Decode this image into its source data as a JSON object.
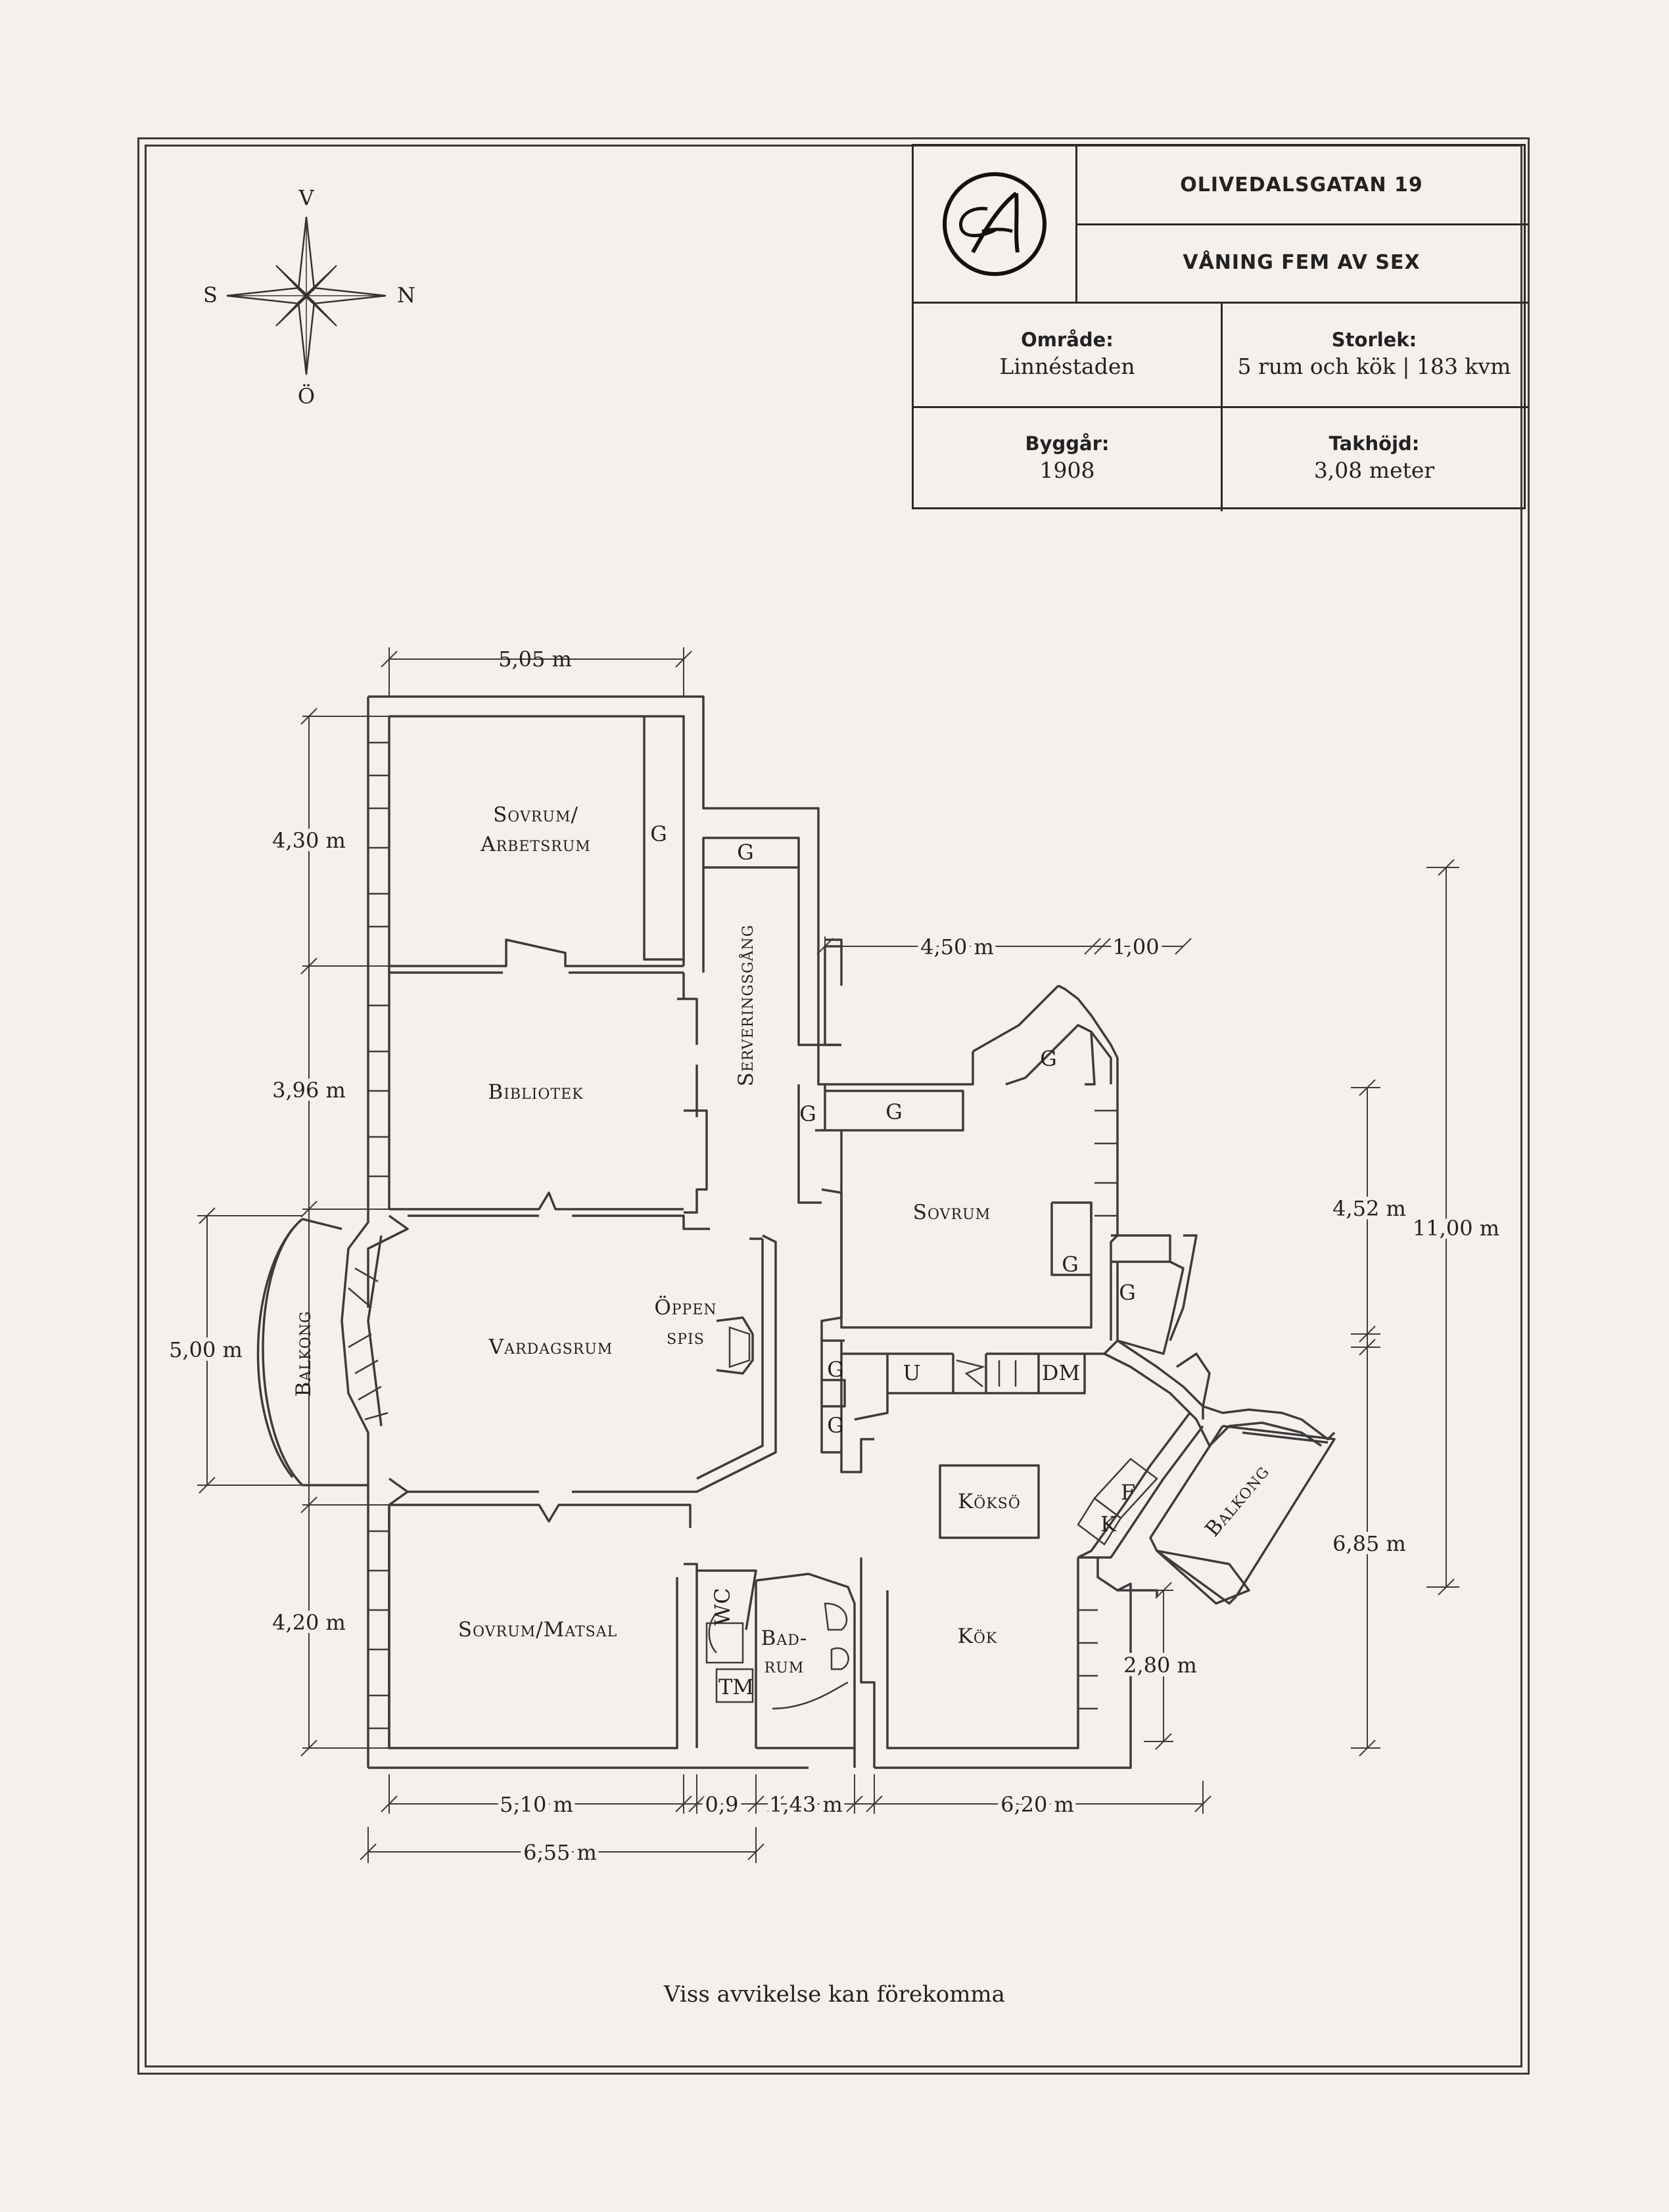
{
  "title_block": {
    "address": "OLIVEDALSGATAN 19",
    "floor": "VÅNING FEM AV SEX",
    "area_label": "Område:",
    "area_value": "Linnéstaden",
    "size_label": "Storlek:",
    "size_value": "5 rum och kök | 183 kvm",
    "year_label": "Byggår:",
    "year_value": "1908",
    "height_label": "Takhöjd:",
    "height_value": "3,08 meter"
  },
  "compass": {
    "top": "V",
    "left": "S",
    "right": "N",
    "bottom": "Ö"
  },
  "rooms": {
    "sovrum_arbetsrum_1": "Sovrum/",
    "sovrum_arbetsrum_2": "Arbetsrum",
    "bibliotek": "Bibliotek",
    "vardagsrum": "Vardagsrum",
    "oppen_spis_1": "Öppen",
    "oppen_spis_2": "spis",
    "balkong_left": "Balkong",
    "sovrum_matsal": "Sovrum/Matsal",
    "serveringsgang": "Serveringsgång",
    "sovrum": "Sovrum",
    "kok": "Kök",
    "koksö": "Köksö",
    "balkong_right": "Balkong",
    "badrum_1": "Bad-",
    "badrum_2": "rum",
    "wc": "WC",
    "tm": "TM",
    "u": "U",
    "dm": "DM",
    "f": "F",
    "k": "K",
    "g": "G"
  },
  "dimensions": {
    "d_505": "5,05 m",
    "d_430": "4,30 m",
    "d_396": "3,96 m",
    "d_500": "5,00 m",
    "d_420": "4,20 m",
    "d_450": "4,50 m",
    "d_100": "1,00",
    "d_452": "4,52 m",
    "d_1100": "11,00 m",
    "d_685": "6,85 m",
    "d_280": "2,80 m",
    "d_510": "5,10 m",
    "d_09": "0,9",
    "d_143": "1,43 m",
    "d_620": "6,20 m",
    "d_655": "6,55 m"
  },
  "disclaimer": "Viss avvikelse kan förekomma"
}
